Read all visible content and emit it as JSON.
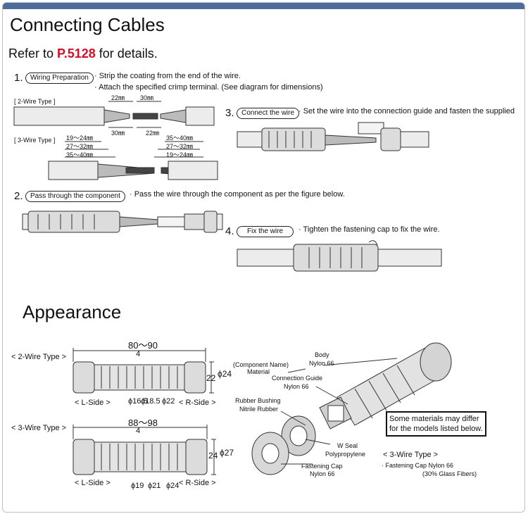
{
  "title": "Connecting Cables",
  "refer": {
    "prefix": "Refer to ",
    "page": "P.5128",
    "suffix": " for details."
  },
  "steps": {
    "s1": {
      "num": "1.",
      "tag": "Wiring Preparation",
      "line1": "· Strip the coating from the end of the wire.",
      "line2": "· Attach the specified crimp terminal. (See diagram for dimensions)"
    },
    "s2": {
      "num": "2.",
      "tag": "Pass through the component",
      "text": "· Pass the wire through the component as per the figure below."
    },
    "s3": {
      "num": "3.",
      "tag": "Connect the wire",
      "text": "· Set the wire into the connection guide and fasten the supplied"
    },
    "s4": {
      "num": "4.",
      "tag": "Fix the wire",
      "text": "· Tighten the fastening cap to fix the wire."
    }
  },
  "two_wire_prep": {
    "label": "[ 2-Wire Type ]",
    "d1": "22㎜",
    "d2": "30㎜",
    "d3": "30㎜",
    "d4": "22㎜"
  },
  "three_wire_prep": {
    "label": "[ 3-Wire Type ]",
    "l1": "19～24㎜",
    "l2": "27～32㎜",
    "l3": "35～40㎜",
    "r1": "35～40㎜",
    "r2": "27～32㎜",
    "r3": "19～24㎜"
  },
  "appearance": {
    "title": "Appearance"
  },
  "two_wire": {
    "label": "< 2-Wire Type >",
    "length": "80～90",
    "center": "4",
    "h1": "22",
    "h2": "ϕ24",
    "d1": "ϕ16.5",
    "d2": "ϕ18.5",
    "d3": "ϕ22",
    "left": "< L-Side >",
    "right": "< R-Side >",
    "callout1": "(Component Name)",
    "callout2": "Material"
  },
  "three_wire": {
    "label": "< 3-Wire Type >",
    "length": "88～98",
    "center": "4",
    "h1": "24",
    "h2": "ϕ27",
    "d1": "ϕ19",
    "d2": "ϕ21",
    "d3": "ϕ24",
    "left": "< L-Side >",
    "right": "< R-Side >"
  },
  "parts": {
    "body": {
      "name": "Body",
      "mat": "Nylon 66"
    },
    "guide": {
      "name": "Connection Guide",
      "mat": "Nylon 66"
    },
    "bushing": {
      "name": "Rubber Bushing",
      "mat": "Nitrile Rubber"
    },
    "wseal": {
      "name": "W Seal",
      "mat": "Polypropylene"
    },
    "cap": {
      "name": "Fastening Cap",
      "mat": "Nylon 66"
    }
  },
  "note": {
    "line1": "Some materials may differ",
    "line2": "for the models listed below."
  },
  "three_wire_note": {
    "label": "< 3-Wire Type >",
    "line1": "· Fastening Cap  Nylon 66",
    "line2": "(30% Glass Fibers)"
  }
}
